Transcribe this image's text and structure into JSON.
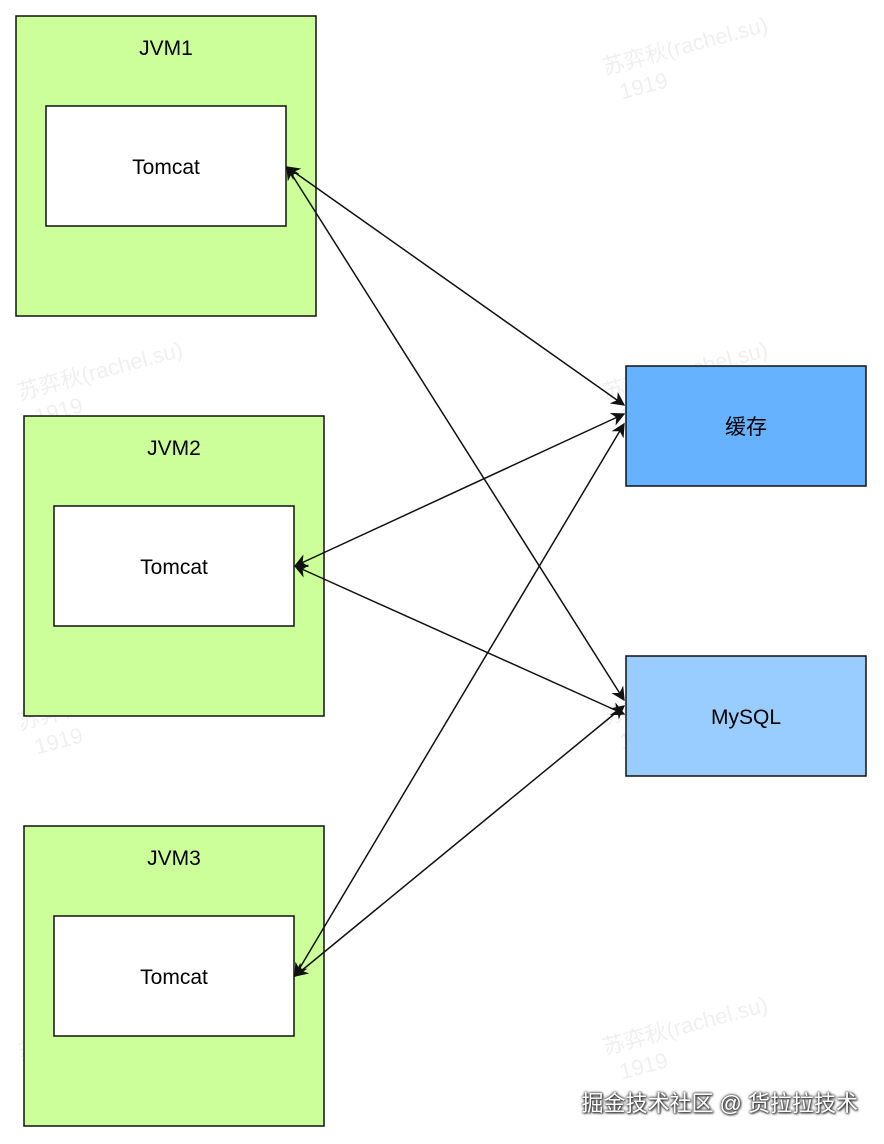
{
  "nodes": {
    "jvm1": {
      "label": "JVM1",
      "tomcat": "Tomcat"
    },
    "jvm2": {
      "label": "JVM2",
      "tomcat": "Tomcat"
    },
    "jvm3": {
      "label": "JVM3",
      "tomcat": "Tomcat"
    },
    "cache": {
      "label": "缓存"
    },
    "mysql": {
      "label": "MySQL"
    }
  },
  "edges": [
    {
      "from": "jvm1",
      "to": "cache",
      "direction": "bidirectional"
    },
    {
      "from": "jvm1",
      "to": "mysql",
      "direction": "bidirectional"
    },
    {
      "from": "jvm2",
      "to": "cache",
      "direction": "bidirectional"
    },
    {
      "from": "jvm2",
      "to": "mysql",
      "direction": "bidirectional"
    },
    {
      "from": "jvm3",
      "to": "cache",
      "direction": "bidirectional"
    },
    {
      "from": "jvm3",
      "to": "mysql",
      "direction": "bidirectional"
    }
  ],
  "watermark": {
    "line1": "苏弈秋(rachel.su)",
    "line2": "1919"
  },
  "footer": "掘金技术社区 @ 货拉拉技术",
  "colors": {
    "jvm_fill": "#ccff99",
    "tomcat_fill": "#ffffff",
    "cache_fill": "#66b2ff",
    "mysql_fill": "#99ccff",
    "stroke": "#111111"
  }
}
